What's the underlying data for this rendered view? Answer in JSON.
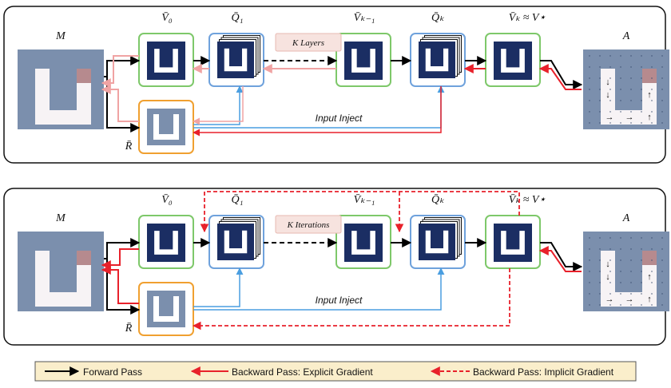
{
  "panels": [
    {
      "id": "top",
      "inputs": {
        "map_label": "M",
        "reward_label": "R̄"
      },
      "nodes": {
        "v0": "V̄₀",
        "q1": "Q̄₁",
        "vk_minus_1": "V̄ₖ₋₁",
        "qk": "Q̄ₖ",
        "vk_final": "V̄ₖ ≈ V⋆"
      },
      "output_label": "A",
      "middle_label": "K Layers",
      "inject_label": "Input Inject"
    },
    {
      "id": "bottom",
      "inputs": {
        "map_label": "M",
        "reward_label": "R̄"
      },
      "nodes": {
        "v0": "V̄₀",
        "q1": "Q̄₁",
        "vk_minus_1": "V̄ₖ₋₁",
        "qk": "Q̄ₖ",
        "vk_final": "V̄ₖ ≈ V⋆"
      },
      "output_label": "A",
      "middle_label": "K Iterations",
      "inject_label": "Input Inject"
    }
  ],
  "legend": {
    "forward": "Forward Pass",
    "explicit": "Backward Pass: Explicit Gradient",
    "implicit": "Backward Pass: Implicit Gradient"
  },
  "colors": {
    "forward": "#000000",
    "explicit": "#e8212b",
    "implicit": "#e8212b",
    "fade_gradient": "#f0a3a3",
    "inject": "#4a9ee0",
    "value_node_border": "#7ec86a",
    "q_node_border": "#6fa2dc",
    "reward_node_border": "#f0a030",
    "maze_dark": "#1b2e63",
    "map_bg": "#7b8fad",
    "map_goal": "#b68a8e",
    "label_box_fill": "#f7e3df",
    "legend_fill": "#faeecb"
  },
  "icons": {
    "maze_cell": "u-shaped-maze-icon",
    "policy_arrows": "policy-arrow-icon"
  },
  "policy_arrows_glyphs": [
    "↓",
    "↓",
    "↑",
    "→",
    "→",
    "↑"
  ]
}
